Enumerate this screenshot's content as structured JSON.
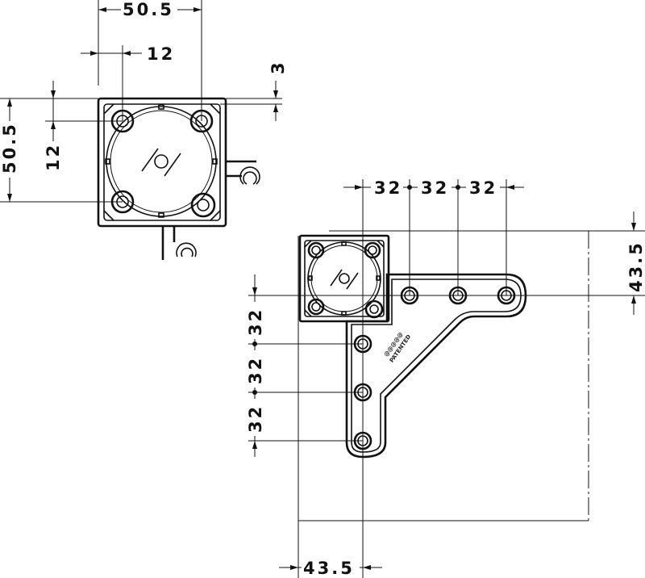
{
  "top_view": {
    "width_dim": "50.5",
    "hole_offset_x": "12",
    "inset_dim": "3",
    "height_dim": "50.5",
    "hole_offset_y": "12"
  },
  "plate_view": {
    "spacing_horizontal": [
      "32",
      "32",
      "32"
    ],
    "spacing_vertical": [
      "32",
      "32",
      "32"
    ],
    "edge_offset_right": "43.5",
    "edge_offset_bottom": "43.5",
    "stamp_logo": "@@@@@",
    "stamp_label": "PATENTED"
  }
}
